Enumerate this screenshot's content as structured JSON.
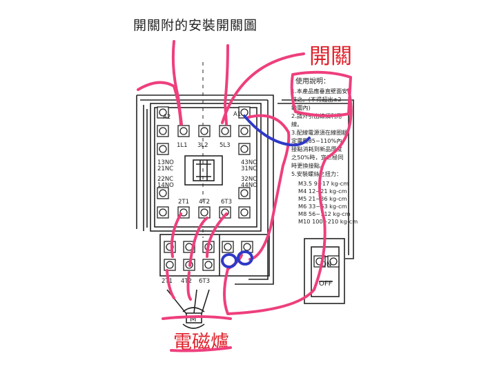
{
  "diagram": {
    "title": "開關附的安裝開關圖",
    "annotation_switch": "開關",
    "annotation_cooker": "電磁爐",
    "top_terminals": {
      "a2": "A2",
      "a1": "A1",
      "l1": "1L1",
      "l2": "3L2",
      "l3": "5L3"
    },
    "aux_left": [
      "13NO",
      "21NC",
      "22NC",
      "14NO"
    ],
    "aux_right": [
      "43NO",
      "31NC",
      "32NC",
      "44NO"
    ],
    "bottom_terminals": {
      "t1": "2T1",
      "t2": "4T2",
      "t3": "6T3"
    },
    "overload_labels": [
      "2T1",
      "4T2",
      "6T3"
    ],
    "motor": "M",
    "switch_on": "ON",
    "switch_off": "OFF",
    "instructions": {
      "heading": "使用說明：",
      "lines": [
        "1.本產品應垂直壁面安",
        "  裝之。(不得超出±2",
        "  範圍內)",
        "2.請外引出線須利用",
        "  線。",
        "3.配線電源須在線圈額",
        "  定電壓85~110%內",
        "  接點消耗到新品厚度",
        "  之50%時，宜三極同",
        "  時更換接點。",
        "5.安裝螺絲之扭力："
      ],
      "torque_rows": [
        "M3.5  9~17  kg-cm",
        "M4    12~21 kg-cm",
        "M5    21~36 kg-cm",
        "M6    33~63 kg-cm",
        "M8    56~112 kg-cm",
        "M10   100~210 kg-cm"
      ]
    },
    "colors": {
      "pink": "#ee3f7d",
      "blue": "#2f39c6",
      "red": "#e0202a",
      "ink": "#222222"
    }
  }
}
